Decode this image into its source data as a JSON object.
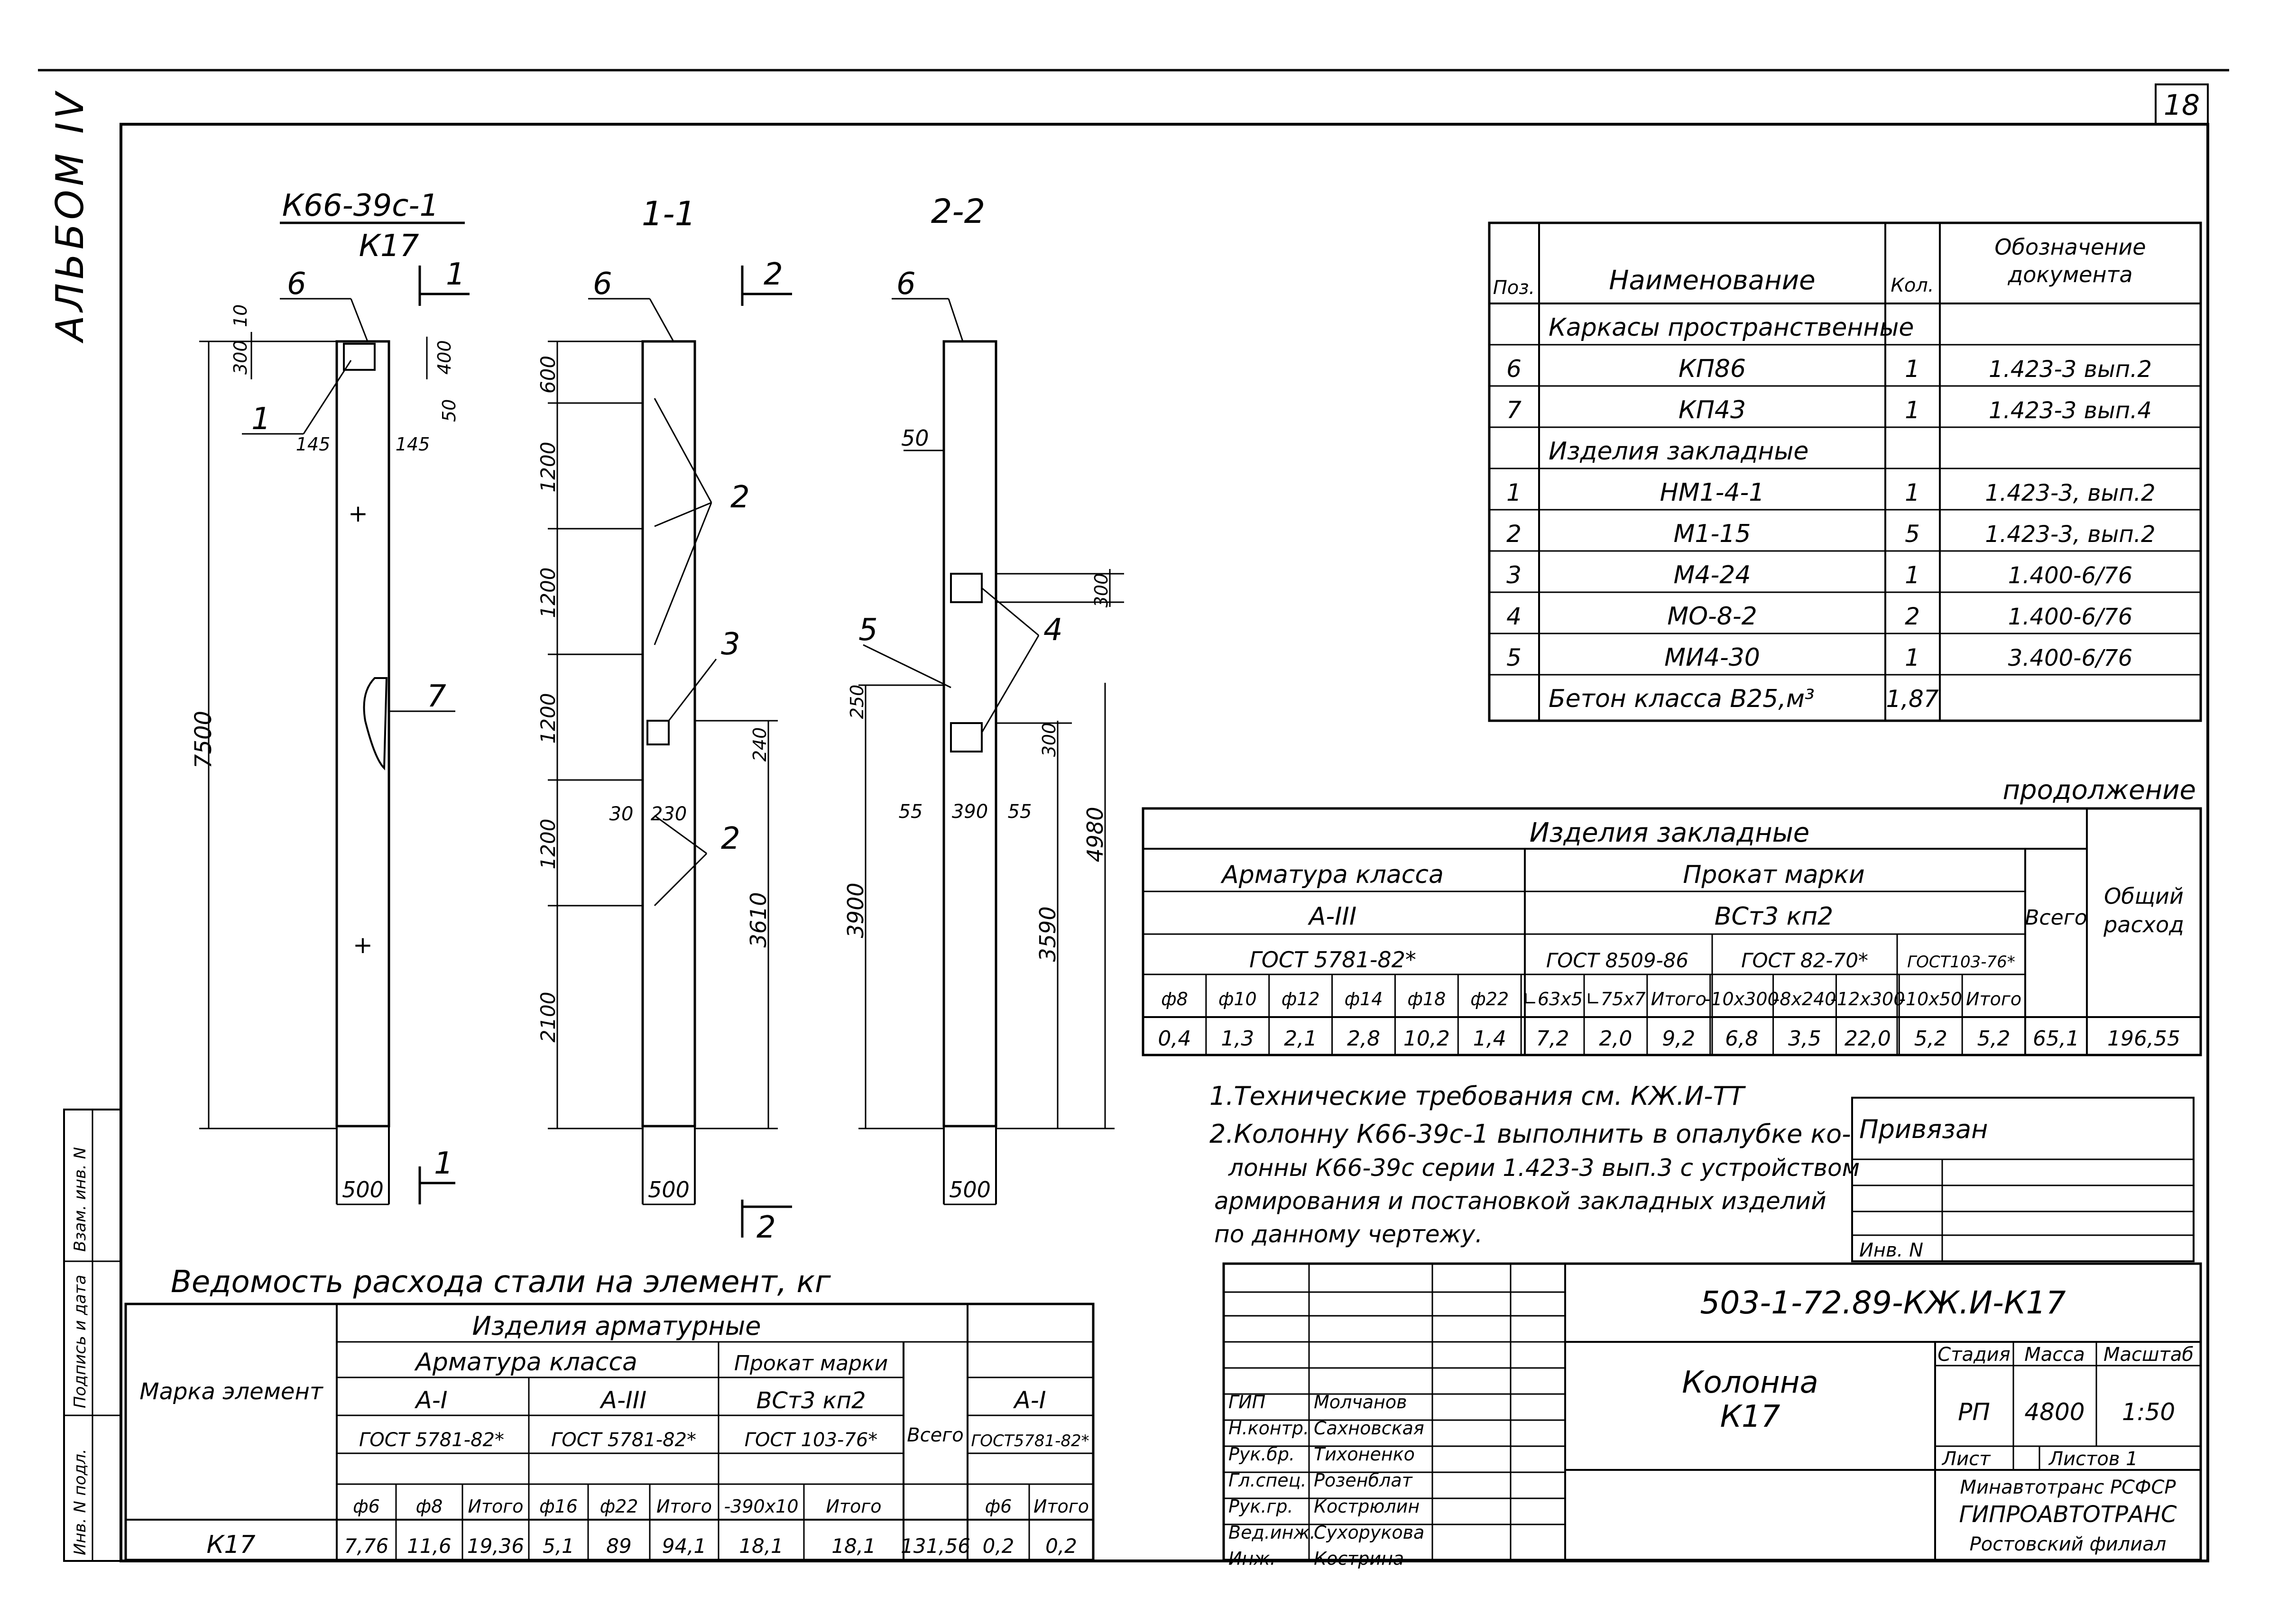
{
  "sheet": {
    "page_number": "18",
    "album": "АЛЬБОМ IV",
    "left_strip": [
      "Инв. N подл.",
      "Подпись и дата",
      "Взам. инв. N"
    ]
  },
  "drawing": {
    "main_view_title": "К66-39с-1",
    "main_view_subtitle": "К17",
    "section_1_title": "1-1",
    "section_2_title": "2-2",
    "section_marks": [
      "1",
      "1",
      "2",
      "2"
    ],
    "main_view": {
      "height": "7500",
      "top_dims": [
        "10",
        "300",
        "400",
        "50"
      ],
      "bottom_width": "500",
      "side_dims": [
        "145",
        "145"
      ],
      "callouts": [
        "6",
        "1",
        "7"
      ]
    },
    "section_1": {
      "dims": [
        "600",
        "1200",
        "1200",
        "1200",
        "1200",
        "2100",
        "3610",
        "240"
      ],
      "bottom_width": "500",
      "bottom_dims": [
        "30",
        "230"
      ],
      "callouts": [
        "6",
        "2",
        "3",
        "2"
      ]
    },
    "section_2": {
      "dims": [
        "300",
        "300",
        "250",
        "3900",
        "4980",
        "3590"
      ],
      "bottom_width": "500",
      "width_dims": [
        "55",
        "390",
        "55"
      ],
      "callouts": [
        "6",
        "50",
        "5",
        "4"
      ]
    }
  },
  "spec_table": {
    "headers": {
      "pos": "Поз.",
      "name": "Наименование",
      "qty": "Кол.",
      "doc": "Обозначение документа"
    },
    "rows": [
      {
        "pos": "",
        "name": "Каркасы пространственные",
        "qty": "",
        "doc": ""
      },
      {
        "pos": "6",
        "name": "КП86",
        "qty": "1",
        "doc": "1.423-3 вып.2"
      },
      {
        "pos": "7",
        "name": "КП43",
        "qty": "1",
        "doc": "1.423-3 вып.4"
      },
      {
        "pos": "",
        "name": "Изделия закладные",
        "qty": "",
        "doc": ""
      },
      {
        "pos": "1",
        "name": "НМ1-4-1",
        "qty": "1",
        "doc": "1.423-3, вып.2"
      },
      {
        "pos": "2",
        "name": "М1-15",
        "qty": "5",
        "doc": "1.423-3, вып.2"
      },
      {
        "pos": "3",
        "name": "М4-24",
        "qty": "1",
        "doc": "1.400-6/76"
      },
      {
        "pos": "4",
        "name": "МО-8-2",
        "qty": "2",
        "doc": "1.400-6/76"
      },
      {
        "pos": "5",
        "name": "МИ4-30",
        "qty": "1",
        "doc": "3.400-6/76"
      },
      {
        "pos": "",
        "name": "Бетон класса В25,м³",
        "qty": "1,87",
        "doc": ""
      }
    ]
  },
  "continuation_table": {
    "caption": "продолжение",
    "group_header": "Изделия закладные",
    "sub_a": "Арматура класса",
    "sub_a_class": "А-III",
    "sub_a_gost": "ГОСТ 5781-82*",
    "sub_b": "Прокат марки",
    "sub_b_mark": "ВСт3 кп2",
    "gosts": [
      "ГОСТ 8509-86",
      "ГОСТ 82-70*",
      "ГОСТ103-76*"
    ],
    "total": "Всего",
    "overall": "Общий расход",
    "cols": [
      "ф8",
      "ф10",
      "ф12",
      "ф14",
      "ф18",
      "ф22",
      "∟63х5",
      "∟75х7",
      "Итого",
      "-10х300",
      "-8х240",
      "-12х300",
      "-10х50",
      "Итого"
    ],
    "values": [
      "0,4",
      "1,3",
      "2,1",
      "2,8",
      "10,2",
      "1,4",
      "7,2",
      "2,0",
      "9,2",
      "6,8",
      "3,5",
      "22,0",
      "5,2",
      "5,2",
      "65,1",
      "196,55"
    ]
  },
  "notes": [
    "1.Технические требования см. КЖ.И-ТТ",
    "2.Колонну К66-39с-1 выполнить в опалубке ко-",
    "лонны К66-39с серии 1.423-3 вып.3 с устройством",
    "армирования и постановкой закладных изделий",
    "по данному чертежу."
  ],
  "binding_box": {
    "title": "Привязан",
    "inv": "Инв. N"
  },
  "steel_table": {
    "title": "Ведомость расхода стали на элемент, кг",
    "group": "Изделия арматурные",
    "mark": "Марка элемент",
    "arm_class": "Арматура класса",
    "a1": "А-I",
    "a3": "А-III",
    "gost_a1": "ГОСТ 5781-82*",
    "gost_a3": "ГОСТ 5781-82*",
    "prokat": "Прокат марки",
    "prokat_mark": "ВСт3 кп2",
    "gost_prokat": "ГОСТ 103-76*",
    "total": "Всего",
    "extra_class": "А-I",
    "extra_gost": "ГОСТ5781-82*",
    "cols": [
      "ф6",
      "ф8",
      "Итого",
      "ф16",
      "ф22",
      "Итого",
      "-390х10",
      "Итого",
      "ф6",
      "Итого"
    ],
    "row": {
      "mark": "К17",
      "values": [
        "7,76",
        "11,6",
        "19,36",
        "5,1",
        "89",
        "94,1",
        "18,1",
        "18,1",
        "131,56",
        "0,2",
        "0,2"
      ]
    }
  },
  "title_block": {
    "code": "503-1-72.89-КЖ.И-К17",
    "name": "Колонна К17",
    "stage_label": "Стадия",
    "mass_label": "Масса",
    "scale_label": "Масштаб",
    "stage": "РП",
    "mass": "4800",
    "scale": "1:50",
    "sheet_label": "Лист",
    "sheets_label": "Листов 1",
    "org1": "Минавтотранс РСФСР",
    "org2": "ГИПРОАВТОТРАНС",
    "org3": "Ростовский филиал",
    "roles": [
      "ГИП",
      "Н.контр.",
      "Рук.бр.",
      "Гл.спец.",
      "Рук.гр.",
      "Вед.инж.",
      "Инж."
    ],
    "names": [
      "Молчанов",
      "Сахновская",
      "Тихоненко",
      "Розенблат",
      "Кострюлин",
      "Сухорукова",
      "Кострина"
    ]
  }
}
